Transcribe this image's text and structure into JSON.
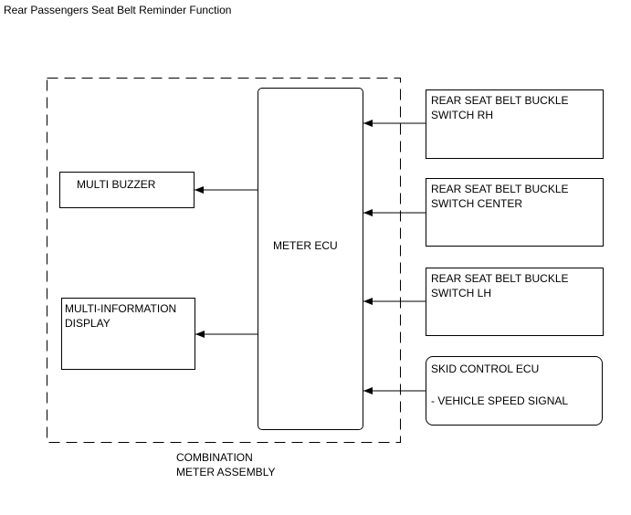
{
  "title": "Rear Passengers Seat Belt Reminder Function",
  "assembly": {
    "label_line1": "COMBINATION",
    "label_line2": "METER ASSEMBLY"
  },
  "nodes": {
    "meter_ecu": "METER ECU",
    "multi_buzzer": "MULTI BUZZER",
    "multi_info": {
      "line1": "MULTI-INFORMATION",
      "line2": "DISPLAY"
    },
    "switch_rh": {
      "line1": "REAR SEAT BELT BUCKLE",
      "line2": "SWITCH RH"
    },
    "switch_center": {
      "line1": "REAR SEAT BELT BUCKLE",
      "line2": "SWITCH CENTER"
    },
    "switch_lh": {
      "line1": "REAR SEAT BELT BUCKLE",
      "line2": "SWITCH LH"
    },
    "skid_ecu": {
      "line1": "SKID CONTROL ECU",
      "line2": "- VEHICLE SPEED SIGNAL"
    }
  }
}
